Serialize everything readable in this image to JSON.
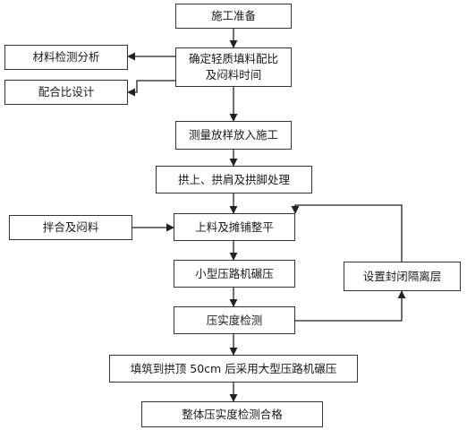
{
  "flowchart": {
    "steps": {
      "prep": "施工准备",
      "mix_ratio": "确定轻质填料配比\n及闷料时间",
      "survey": "测量放样放入施工",
      "arch": "拱上、拱肩及拱脚处理",
      "feed": "上料及摊铺整平",
      "small_roll": "小型压路机碾压",
      "compaction_check": "压实度检测",
      "fill_top": "填筑到拱顶 50cm 后采用大型压路机碾压",
      "final_check": "整体压实度检测合格"
    },
    "side": {
      "material_test": "材料检测分析",
      "ratio_design": "配合比设计",
      "mixing": "拌合及闷料",
      "seal_layer": "设置封闭隔离层"
    }
  }
}
